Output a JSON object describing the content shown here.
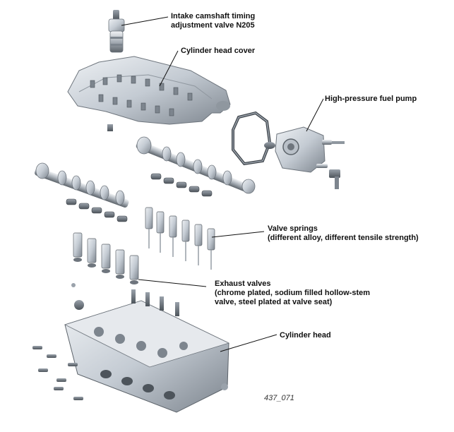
{
  "labels": {
    "n205_line1": "Intake camshaft timing",
    "n205_line2": "adjustment valve N205",
    "cover": "Cylinder head cover",
    "fuel_pump": "High-pressure fuel pump",
    "springs_line1": "Valve springs",
    "springs_line2": "(different alloy, different tensile strength)",
    "exhaust_line1": "Exhaust valves",
    "exhaust_line2": "(chrome plated, sodium filled hollow-stem",
    "exhaust_line3": "valve, steel plated at valve seat)",
    "head": "Cylinder head"
  },
  "figure_number": "437_071",
  "colors": {
    "metal_light": "#dfe3e8",
    "metal_mid": "#b9c0c8",
    "metal_dark": "#6e757d",
    "ink": "#111111"
  }
}
